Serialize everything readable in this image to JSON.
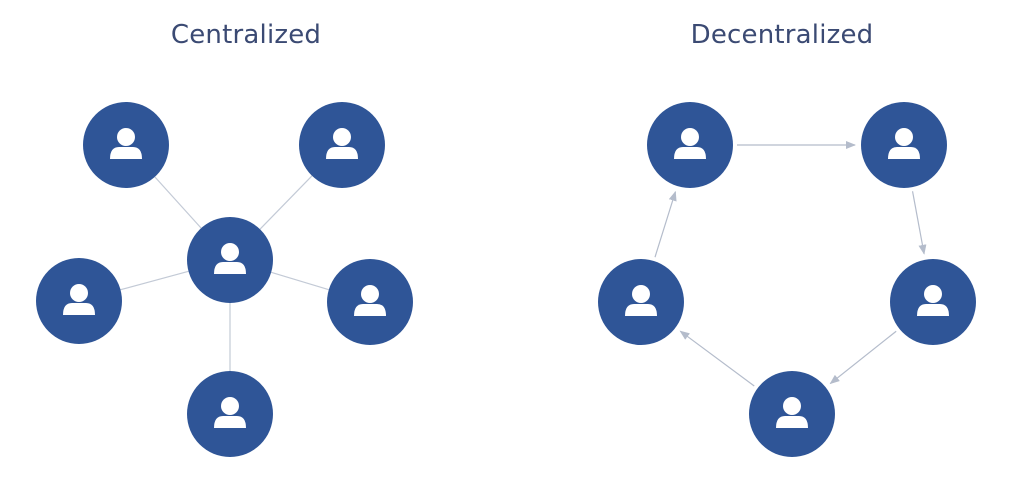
{
  "diagrams": {
    "centralized": {
      "title": "Centralized",
      "hub": {
        "id": "c-hub"
      },
      "nodes": [
        "c-tl",
        "c-tr",
        "c-l",
        "c-r",
        "c-b"
      ]
    },
    "decentralized": {
      "title": "Decentralized",
      "nodes": [
        "d-tl",
        "d-tr",
        "d-r",
        "d-b",
        "d-l"
      ],
      "cycle": [
        "d-tl",
        "d-tr",
        "d-r",
        "d-b",
        "d-l",
        "d-tl"
      ]
    }
  },
  "colors": {
    "node": "#2f5597",
    "title": "#3b4a73",
    "link": "#c3cad6",
    "icon": "#ffffff"
  },
  "icons": {
    "node": "user-icon"
  }
}
